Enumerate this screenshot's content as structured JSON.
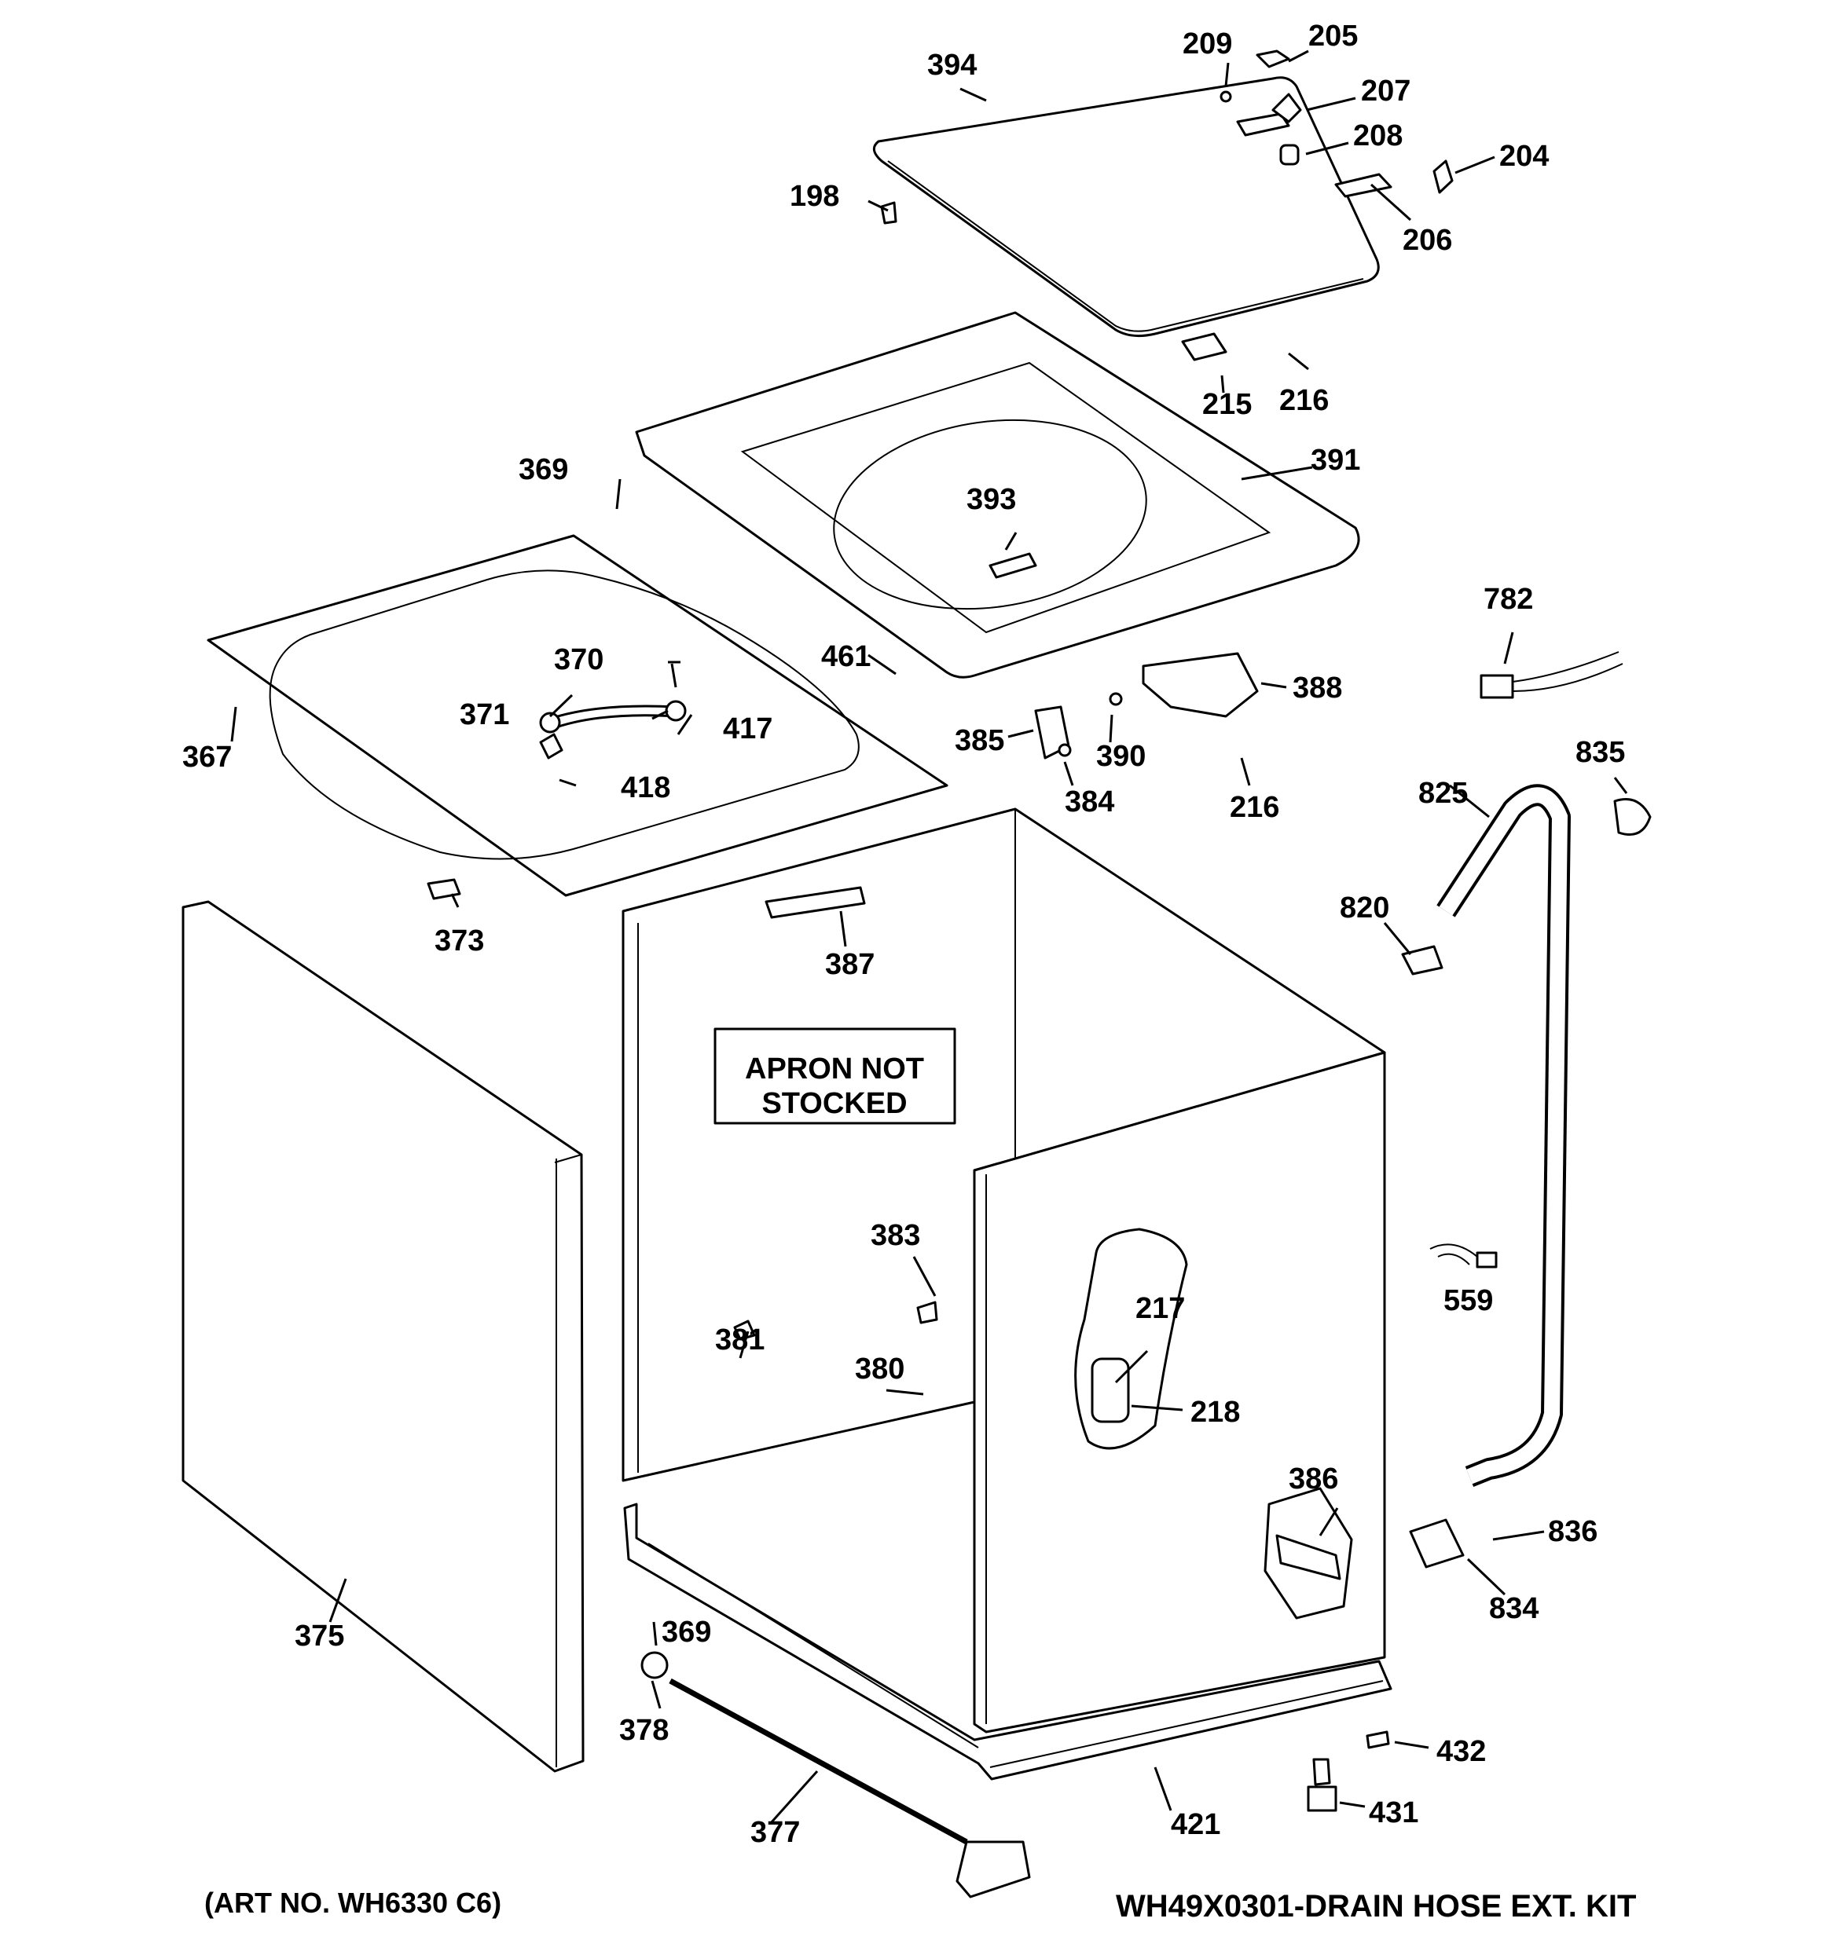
{
  "callouts": [
    "394",
    "209",
    "205",
    "207",
    "208",
    "204",
    "206",
    "198",
    "215",
    "216",
    "391",
    "369",
    "393",
    "782",
    "461",
    "370",
    "371",
    "417",
    "388",
    "367",
    "385",
    "390",
    "418",
    "384",
    "216",
    "835",
    "825",
    "373",
    "820",
    "387",
    "383",
    "559",
    "381",
    "380",
    "217",
    "218",
    "386",
    "836",
    "834",
    "369",
    "375",
    "378",
    "432",
    "431",
    "377",
    "421"
  ],
  "notice": {
    "line1": "APRON NOT",
    "line2": "STOCKED"
  },
  "footer": {
    "art_no": "(ART NO. WH6330 C6)",
    "kit": "WH49X0301-DRAIN HOSE EXT. KIT"
  }
}
